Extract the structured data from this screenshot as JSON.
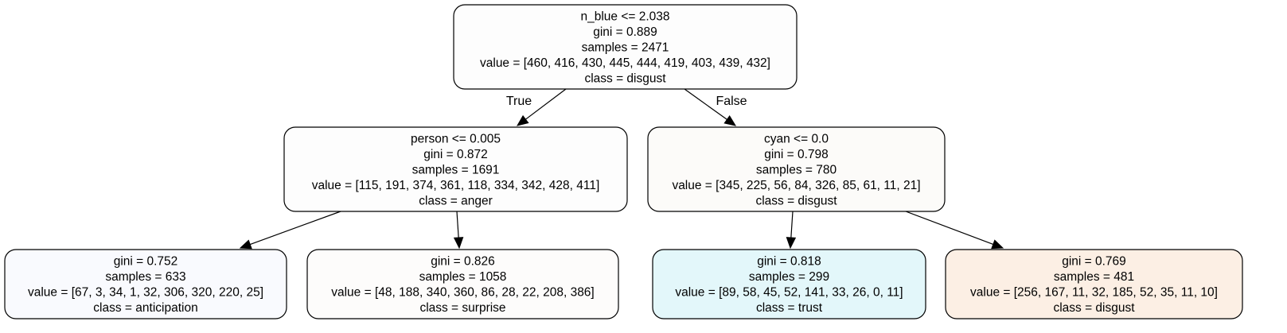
{
  "tree": {
    "nodes": [
      {
        "id": "root",
        "fill": "#fdfdfd",
        "lines": [
          "n_blue <= 2.038",
          "gini = 0.889",
          "samples = 2471",
          "value = [460, 416, 430, 445, 444, 419, 403, 439, 432]",
          "class = disgust"
        ]
      },
      {
        "id": "left",
        "fill": "#fdfdfd",
        "lines": [
          "person <= 0.005",
          "gini = 0.872",
          "samples = 1691",
          "value = [115, 191, 374, 361, 118, 334, 342, 428, 411]",
          "class = anger"
        ]
      },
      {
        "id": "right",
        "fill": "#fcfbf9",
        "lines": [
          "cyan <= 0.0",
          "gini = 0.798",
          "samples = 780",
          "value = [345, 225, 56, 84, 326, 85, 61, 11, 21]",
          "class = disgust"
        ]
      },
      {
        "id": "left-left",
        "fill": "#f9fafe",
        "lines": [
          "gini = 0.752",
          "samples = 633",
          "value = [67, 3, 34, 1, 32, 306, 320, 220, 25]",
          "class = anticipation"
        ]
      },
      {
        "id": "left-right",
        "fill": "#fdfcfb",
        "lines": [
          "gini = 0.826",
          "samples = 1058",
          "value = [48, 188, 340, 360, 86, 28, 22, 208, 386]",
          "class = surprise"
        ]
      },
      {
        "id": "right-left",
        "fill": "#e3f7fa",
        "lines": [
          "gini = 0.818",
          "samples = 299",
          "value = [89, 58, 45, 52, 141, 33, 26, 0, 11]",
          "class = trust"
        ]
      },
      {
        "id": "right-right",
        "fill": "#fcefe4",
        "lines": [
          "gini = 0.769",
          "samples = 481",
          "value = [256, 167, 11, 32, 185, 52, 35, 11, 10]",
          "class = disgust"
        ]
      }
    ],
    "edges": [
      {
        "from": "root",
        "to": "left",
        "label": "True"
      },
      {
        "from": "root",
        "to": "right",
        "label": "False"
      },
      {
        "from": "left",
        "to": "left-left",
        "label": ""
      },
      {
        "from": "left",
        "to": "left-right",
        "label": ""
      },
      {
        "from": "right",
        "to": "right-left",
        "label": ""
      },
      {
        "from": "right",
        "to": "right-right",
        "label": ""
      }
    ]
  }
}
